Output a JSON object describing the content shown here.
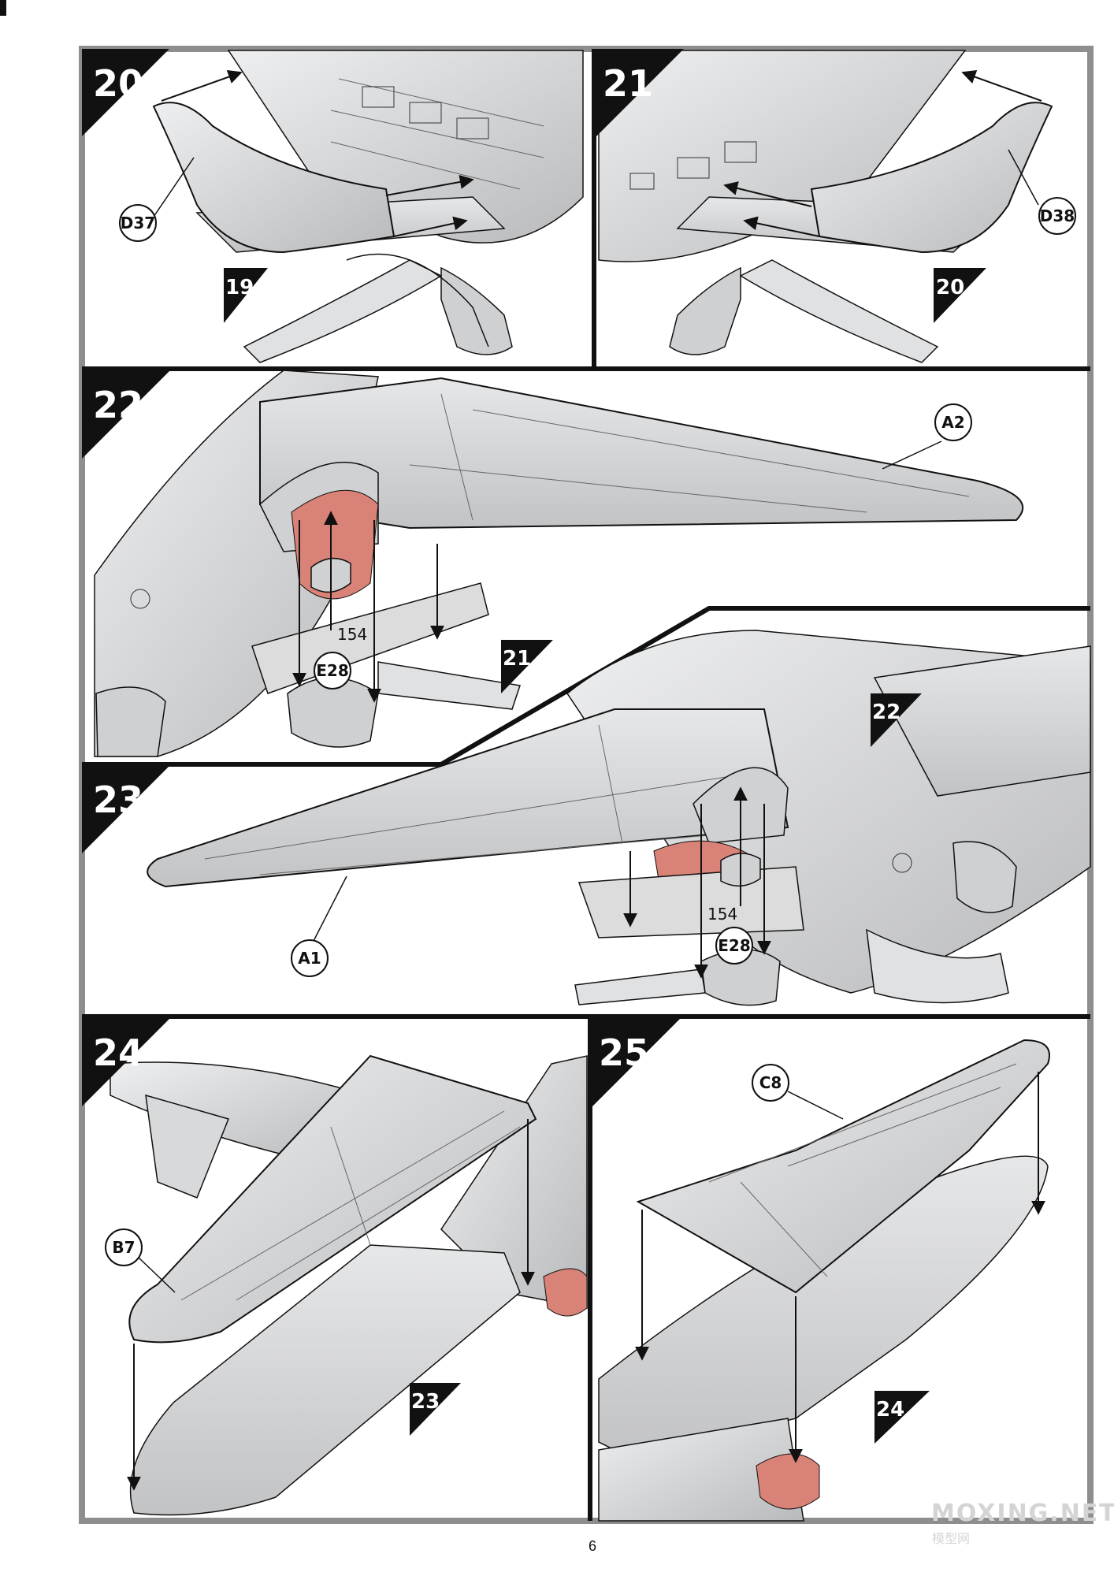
{
  "page_number": "6",
  "watermark": {
    "text": "MOXING.NET",
    "subtext": "模型网"
  },
  "steps": [
    {
      "number": "20",
      "parts": [
        {
          "id": "D37"
        }
      ],
      "ref_step": "19"
    },
    {
      "number": "21",
      "parts": [
        {
          "id": "D38"
        }
      ],
      "ref_step": "20"
    },
    {
      "number": "22",
      "parts": [
        {
          "id": "A2"
        },
        {
          "id": "E28"
        }
      ],
      "paint_ref": "154",
      "ref_step": "21"
    },
    {
      "number": "23",
      "parts": [
        {
          "id": "A1"
        },
        {
          "id": "E28"
        }
      ],
      "paint_ref": "154",
      "ref_step": "22"
    },
    {
      "number": "24",
      "parts": [
        {
          "id": "B7"
        }
      ],
      "ref_step": "23"
    },
    {
      "number": "25",
      "parts": [
        {
          "id": "C8"
        }
      ],
      "ref_step": "24"
    }
  ],
  "colors": {
    "frame": "#8e8e8e",
    "ink": "#111111",
    "part_fill": "#d9dadb",
    "part_shade": "#b8b9bb",
    "highlight": "#d98277"
  }
}
